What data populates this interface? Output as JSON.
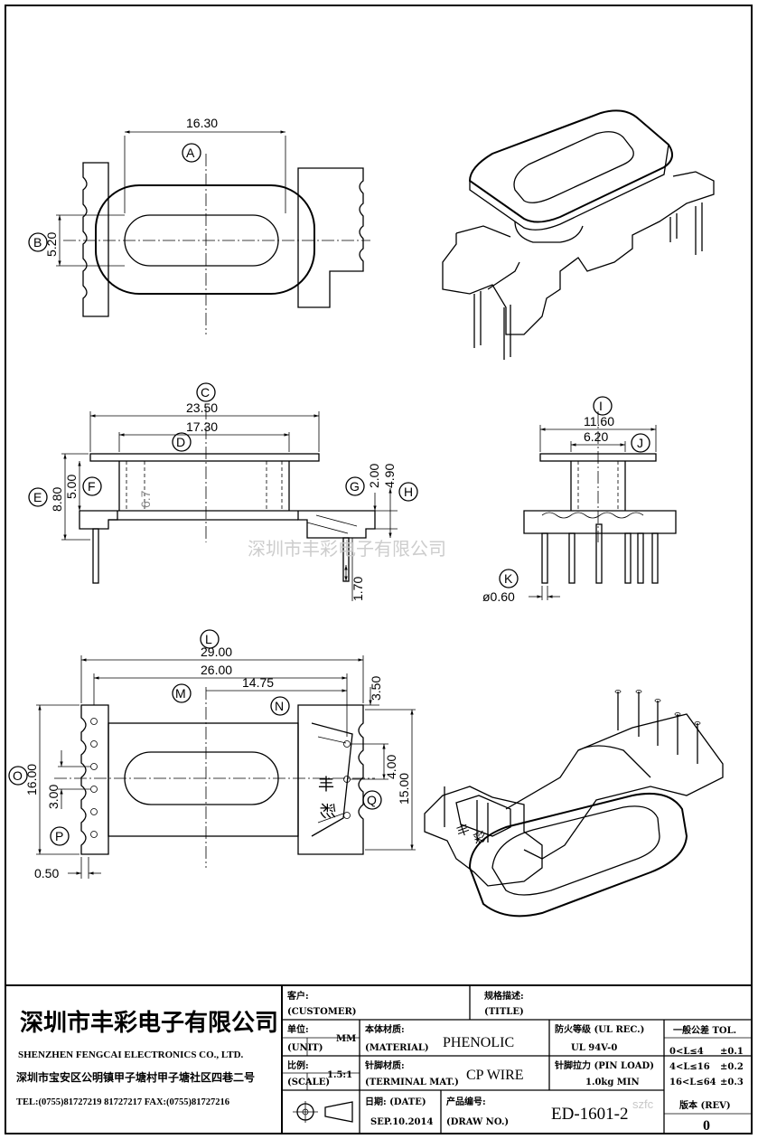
{
  "drawing": {
    "dims": {
      "top_width": "16.30",
      "top_slot": "5.20",
      "front_outer": "23.50",
      "front_inner": "17.30",
      "front_height": "8.80",
      "front_flange": "5.00",
      "front_hidden": "6.7",
      "front_pin_gap": "2.00",
      "front_base": "4.90",
      "front_pin_len": "1.70",
      "side_outer": "11.60",
      "side_inner": "6.20",
      "side_pin_dia": "ø0.60",
      "bottom_overall": "29.00",
      "bottom_inner": "26.00",
      "bottom_offset": "14.75",
      "bottom_pitch_top": "3.50",
      "bottom_height": "16.00",
      "bottom_pin_pitch": "3.00",
      "bottom_edge": "0.50",
      "bottom_right_pitch": "4.00",
      "bottom_right_height": "15.00"
    },
    "balloons": [
      "A",
      "B",
      "C",
      "D",
      "E",
      "F",
      "G",
      "H",
      "I",
      "J",
      "K",
      "L",
      "M",
      "N",
      "O",
      "P",
      "Q"
    ],
    "watermark": "深圳市丰彩电子有限公司",
    "mark_chars": [
      "丰",
      "彩"
    ]
  },
  "title_block": {
    "company_cn": "深圳市丰彩电子有限公司",
    "company_en": "SHENZHEN FENGCAI ELECTRONICS CO., LTD.",
    "address": "深圳市宝安区公明镇甲子塘村甲子塘社区四巷二号",
    "phones": "TEL:(0755)81727219  81727217   FAX:(0755)81727216",
    "customer_label": "客户:",
    "customer_en": "(CUSTOMER)",
    "title_label": "规格描述:",
    "title_en": "(TITLE)",
    "unit_label": "单位:",
    "unit_en": "(UNIT)",
    "unit_value": "MM",
    "scale_label": "比例:",
    "scale_en": "(SCALE)",
    "scale_value": "1.5:1",
    "material_label": "本体材质:",
    "material_en": "(MATERIAL)",
    "material_value": "PHENOLIC",
    "terminal_label": "针脚材质:",
    "terminal_en": "(TERMINAL MAT.)",
    "terminal_value": "CP WIRE",
    "ul_label": "防火等级 (UL REC.)",
    "ul_value": "UL 94V-0",
    "pin_load_label": "针脚拉力 (PIN LOAD)",
    "pin_load_value": "1.0kg MIN",
    "date_label": "日期: (DATE)",
    "date_value": "SEP.10.2014",
    "draw_label": "产品编号:",
    "draw_en": "(DRAW NO.)",
    "draw_no": "ED-1601-2",
    "rev_label": "版本 (REV)",
    "rev_value": "0",
    "tol_label": "一般公差 TOL.",
    "tolerances": [
      {
        "range": "0<L≤4",
        "value": "±0.1"
      },
      {
        "range": "4<L≤16",
        "value": "±0.2"
      },
      {
        "range": "16<L≤64",
        "value": "±0.3"
      }
    ],
    "site_mark": "szfc"
  }
}
